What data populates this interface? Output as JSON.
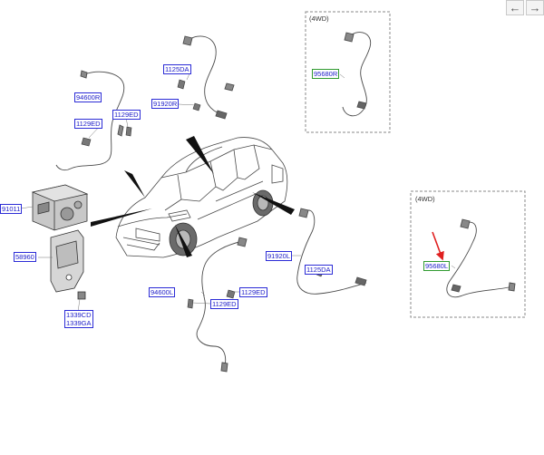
{
  "toolbar": {
    "back_icon": "←",
    "forward_icon": "→"
  },
  "insets": {
    "top_title": "(4WD)",
    "bottom_title": "(4WD)"
  },
  "labels": {
    "hecu": "91011",
    "cable_rear_top": "94600R",
    "bolt_rear_top": "1129ED",
    "bolt_top_left": "1129ED",
    "clip_front_right": "1125DA",
    "sensor_front_right": "91920R",
    "sensor_rear_right_4wd": "95680R",
    "bracket": "58960",
    "bolts_bracket": [
      "1339CD",
      "1339GA"
    ],
    "sensor_front_left": "91920L",
    "clip_front_left": "1125DA",
    "cable_rear_left": "94600L",
    "bolt_bottom_right": "1129ED",
    "bolt_bottom_left": "1129ED",
    "sensor_rear_left_4wd": "95680L"
  },
  "colors": {
    "label_border": "#2b2bd6",
    "label_text": "#1c1cc8",
    "label_border_highlight": "#2f9a2f",
    "pointer_arrow": "#e02020",
    "line_art": "#4a4a4a"
  }
}
